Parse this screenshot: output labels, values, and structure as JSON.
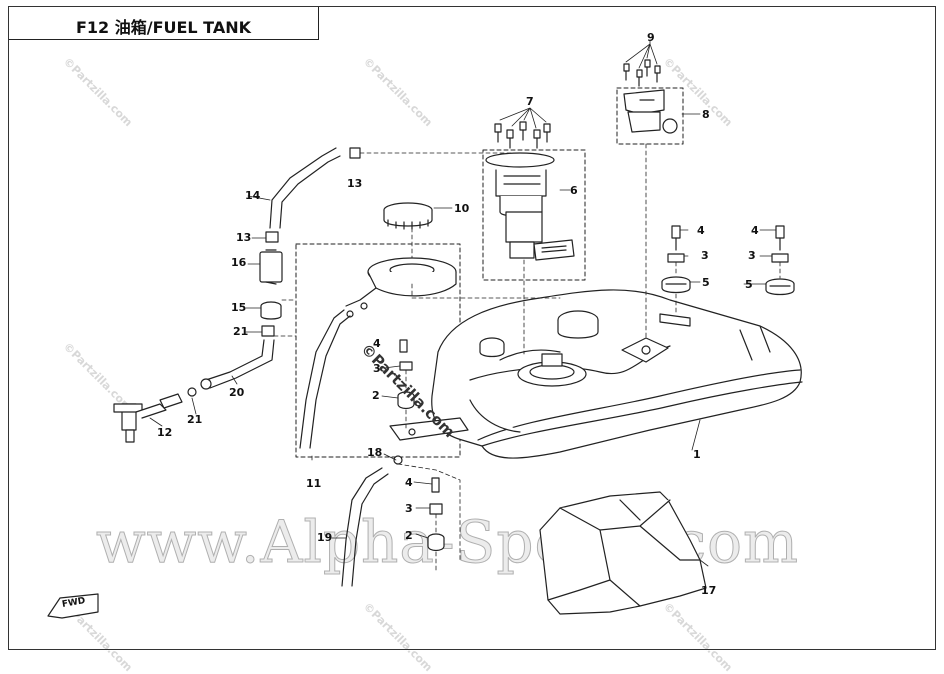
{
  "header": {
    "title": "F12 油箱/FUEL TANK"
  },
  "watermarks": {
    "site": "©Partzilla.com",
    "dealer": "www.Alpha-Sports.com"
  },
  "fwd_label": "FWD",
  "callouts": {
    "c1": "1",
    "c2a": "2",
    "c2b": "2",
    "c3a": "3",
    "c3b": "3",
    "c3c": "3",
    "c3d": "3",
    "c4a": "4",
    "c4b": "4",
    "c4c": "4",
    "c4d": "4",
    "c5a": "5",
    "c5b": "5",
    "c6": "6",
    "c7": "7",
    "c8": "8",
    "c9": "9",
    "c10": "10",
    "c11": "11",
    "c12": "12",
    "c13a": "13",
    "c13b": "13",
    "c14": "14",
    "c15": "15",
    "c16": "16",
    "c17": "17",
    "c18": "18",
    "c19": "19",
    "c20": "20",
    "c21a": "21",
    "c21b": "21"
  },
  "colors": {
    "line": "#222222",
    "watermark": "#d0d0d0",
    "background": "#ffffff"
  }
}
